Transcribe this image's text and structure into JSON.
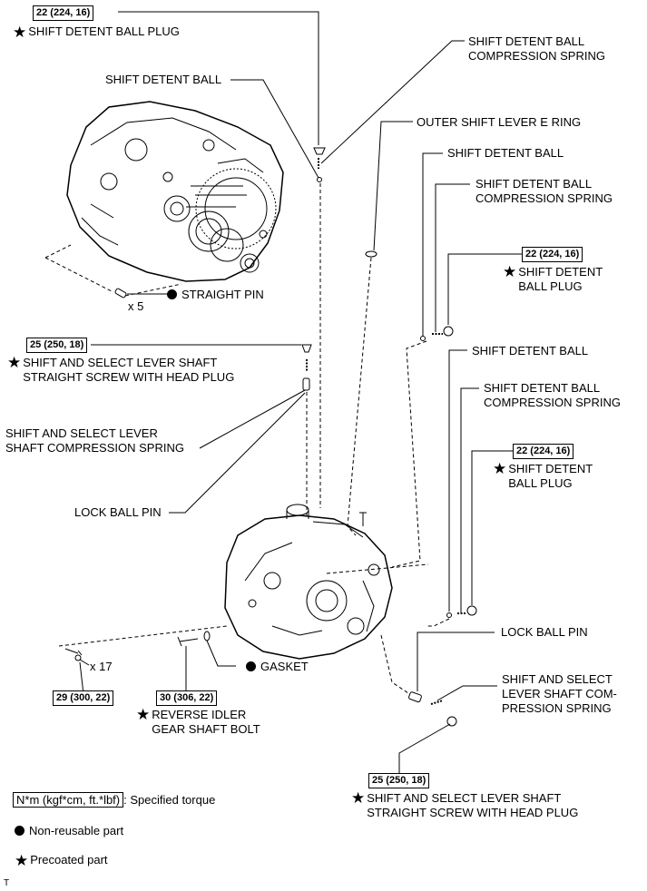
{
  "labels": {
    "plug_top": "SHIFT DETENT BALL PLUG",
    "spring_top": "SHIFT DETENT BALL\nCOMPRESSION SPRING",
    "ball_top": "SHIFT DETENT BALL",
    "e_ring": "OUTER SHIFT LEVER E RING",
    "ball_r1": "SHIFT DETENT BALL",
    "spring_r1": "SHIFT DETENT BALL\nCOMPRESSION SPRING",
    "plug_r1": "SHIFT DETENT\nBALL PLUG",
    "straight_pin": "STRAIGHT PIN",
    "x5": "x 5",
    "screw_left": "SHIFT AND SELECT LEVER SHAFT\nSTRAIGHT SCREW WITH HEAD PLUG",
    "spring_left": "SHIFT AND SELECT LEVER\nSHAFT COMPRESSION SPRING",
    "ball_r2": "SHIFT DETENT BALL",
    "spring_r2": "SHIFT DETENT BALL\nCOMPRESSION SPRING",
    "plug_r2": "SHIFT DETENT\nBALL PLUG",
    "lock_pin_left": "LOCK BALL PIN",
    "lock_pin_right": "LOCK BALL PIN",
    "spring_right": "SHIFT AND SELECT\nLEVER SHAFT COM-\nPRESSION SPRING",
    "gasket": "GASKET",
    "x17": "x 17",
    "reverse_bolt": "REVERSE IDLER\nGEAR SHAFT BOLT",
    "screw_right": "SHIFT AND SELECT LEVER SHAFT\nSTRAIGHT SCREW WITH HEAD PLUG"
  },
  "torque": {
    "t_plug_top": "22 (224, 16)",
    "t_plug_r1": "22 (224, 16)",
    "t_screw_left": "25 (250, 18)",
    "t_plug_r2": "22 (224, 16)",
    "t_bolt17": "29 (300, 22)",
    "t_reverse": "30 (306, 22)",
    "t_screw_right": "25 (250, 18)"
  },
  "legend": {
    "torque_unit": "N*m (kgf*cm, ft.*lbf)",
    "torque_desc": ": Specified torque",
    "nonreusable": "Non-reusable part",
    "precoated": "Precoated part"
  },
  "corner_mark": "T",
  "icons": {
    "star": "★",
    "dot": "●"
  }
}
